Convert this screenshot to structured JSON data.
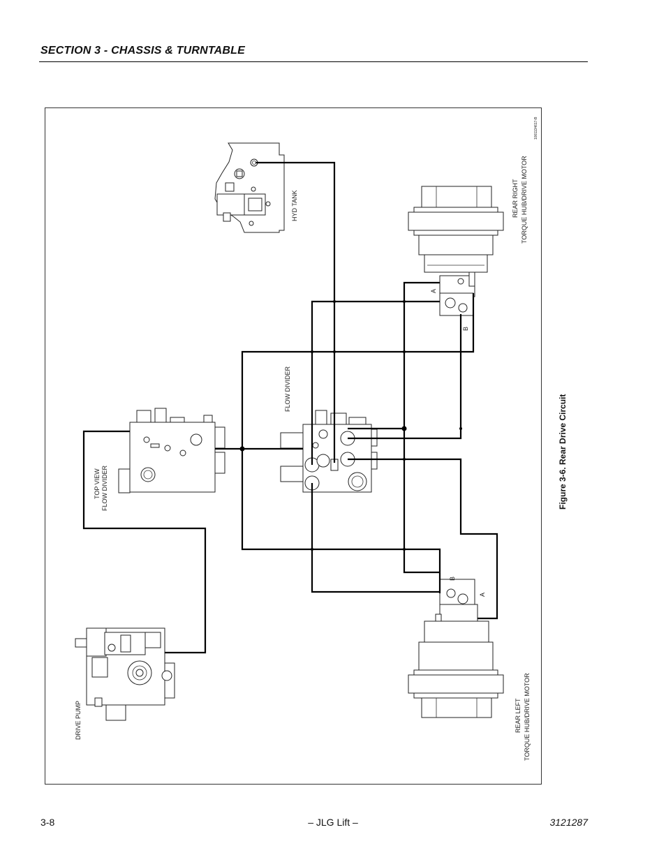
{
  "header": {
    "section_title": "SECTION 3 - CHASSIS & TURNTABLE"
  },
  "figure": {
    "caption": "Figure 3-6.  Rear Drive Circuit",
    "drawing_number": "1001134617-B",
    "labels": {
      "hyd_tank": "HYD TANK",
      "rear_right_line1": "REAR RIGHT",
      "rear_right_line2": "TORQUE HUB/DRIVE MOTOR",
      "flow_divider": "FLOW DIVIDER",
      "top_view_line1": "TOP VIEW",
      "top_view_line2": "FLOW DIVIDER",
      "drive_pump": "DRIVE PUMP",
      "rear_left_line1": "REAR LEFT",
      "rear_left_line2": "TORQUE HUB/DRIVE MOTOR"
    },
    "ports": {
      "right_a": "A",
      "right_b": "B",
      "left_b": "B",
      "left_a": "A"
    }
  },
  "footer": {
    "page_number": "3-8",
    "center_text": "– JLG Lift –",
    "doc_number": "3121287"
  }
}
